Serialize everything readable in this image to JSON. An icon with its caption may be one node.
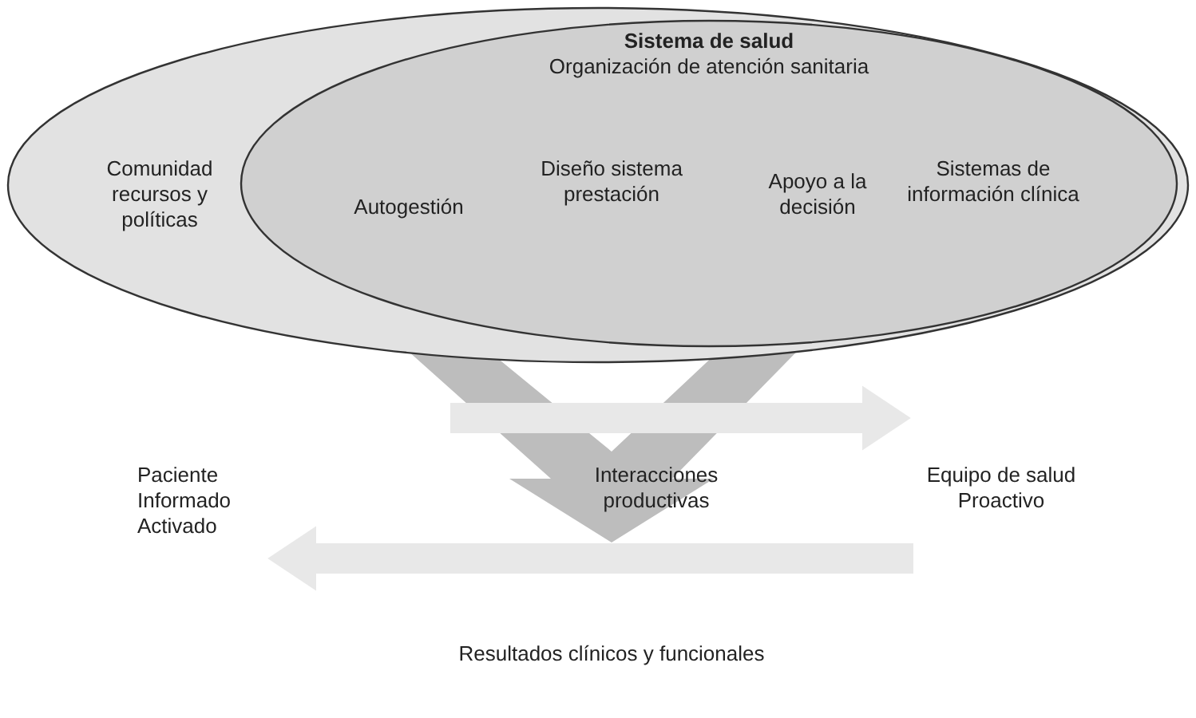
{
  "diagram": {
    "nodes": [
      {
        "text": [
          "Comunidad recursos y políticas"
        ]
      },
      {
        "text": [
          "Sistema de salud",
          "Organización de atención sanitaria"
        ],
        "in": 0
      },
      {
        "text": [
          "Autogestión"
        ],
        "in": 1
      },
      {
        "text": [
          "Diseño sistema prestación"
        ],
        "in": 1
      },
      {
        "text": [
          "Apoyo a la decisión"
        ],
        "in": 1
      },
      {
        "text": [
          "Sistemas de información clínica"
        ],
        "in": 1
      },
      {
        "text": [
          "Paciente Informado Activado"
        ]
      },
      {
        "text": [
          "Interacciones productivas"
        ]
      },
      {
        "text": [
          "Equipo de salud Proactivo"
        ]
      },
      {
        "text": [
          "Resultados clínicos y funcionales"
        ]
      }
    ],
    "edges": [
      {
        "from": 0,
        "to": 9,
        "arrow": "to",
        "color": "#bdbdbd"
      },
      {
        "from": null,
        "to": 8,
        "arrow": "to"
      },
      {
        "from": null,
        "to": 6,
        "arrow": "to"
      }
    ]
  }
}
